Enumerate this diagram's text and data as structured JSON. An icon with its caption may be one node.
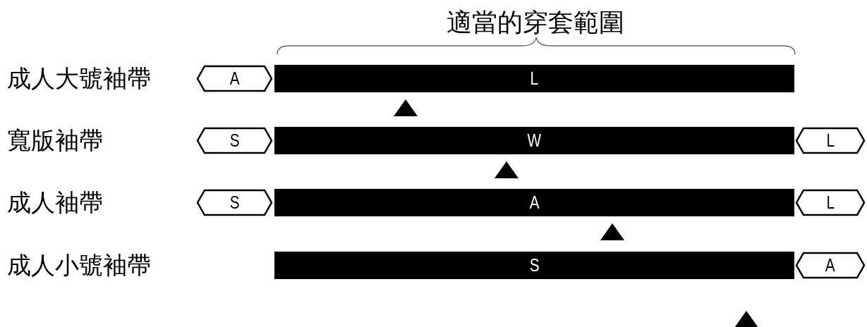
{
  "diagram": {
    "title": "適當的穿套範圍",
    "nodes": [
      {
        "text": [
          "A"
        ]
      },
      {
        "text": [
          "L"
        ]
      },
      {
        "text": [
          "S"
        ]
      },
      {
        "text": [
          "W"
        ]
      },
      {
        "text": [
          "L"
        ]
      },
      {
        "text": [
          "S"
        ]
      },
      {
        "text": [
          "A"
        ]
      },
      {
        "text": [
          "L"
        ]
      },
      {
        "text": [
          "S"
        ]
      },
      {
        "text": [
          "A"
        ]
      }
    ],
    "labels": [
      "成人大號袖帶",
      "寬版袖帶",
      "成人袖帶",
      "成人小號袖帶"
    ]
  }
}
